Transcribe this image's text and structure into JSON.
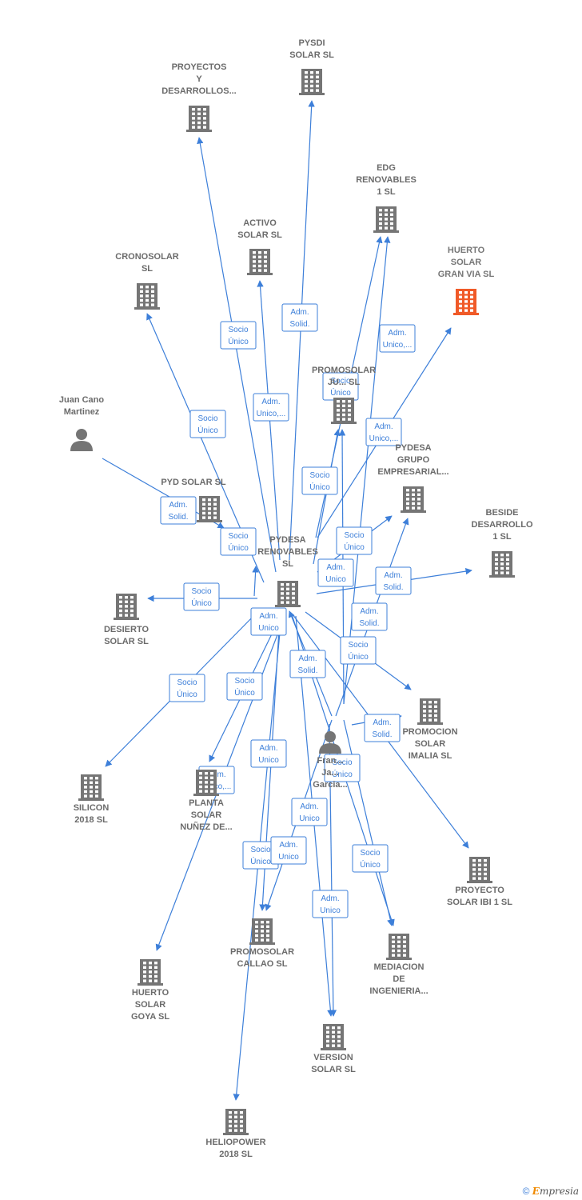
{
  "colors": {
    "edge": "#3d7fd9",
    "company": "#757575",
    "focus_company": "#f05a28",
    "person": "#757575"
  },
  "nodes": [
    {
      "id": "pysdi",
      "type": "company",
      "label": [
        "PYSDI",
        "SOLAR  SL"
      ]
    },
    {
      "id": "proyectos",
      "type": "company",
      "label": [
        "PROYECTOS",
        "Y",
        "DESARROLLOS..."
      ]
    },
    {
      "id": "edg",
      "type": "company",
      "label": [
        "EDG",
        "RENOVABLES",
        "1  SL"
      ]
    },
    {
      "id": "activo",
      "type": "company",
      "label": [
        "ACTIVO",
        "SOLAR  SL"
      ]
    },
    {
      "id": "huerto_gv",
      "type": "company",
      "focus": true,
      "label": [
        "HUERTO",
        "SOLAR",
        "GRAN VIA  SL"
      ]
    },
    {
      "id": "cronosolar",
      "type": "company",
      "label": [
        "CRONOSOLAR",
        "SL"
      ]
    },
    {
      "id": "juan",
      "type": "person",
      "label": [
        "Juan Cano",
        "Martinez"
      ]
    },
    {
      "id": "promosolar_j",
      "type": "company",
      "label": [
        "PROMOSOLAR",
        "JU...  SL"
      ]
    },
    {
      "id": "pydesa_grupo",
      "type": "company",
      "label": [
        "PYDESA",
        "GRUPO",
        "EMPRESARIAL..."
      ]
    },
    {
      "id": "pyd",
      "type": "company",
      "label": [
        "PYD SOLAR  SL"
      ]
    },
    {
      "id": "beside",
      "type": "company",
      "label": [
        "BESIDE",
        "DESARROLLO",
        "1  SL"
      ]
    },
    {
      "id": "pydesa_ren",
      "type": "company",
      "label": [
        "PYDESA",
        "RENOVABLES",
        "SL"
      ]
    },
    {
      "id": "desierto",
      "type": "company",
      "label": [
        "DESIERTO",
        "SOLAR  SL"
      ]
    },
    {
      "id": "promocion_imalia",
      "type": "company",
      "label": [
        "PROMOCION",
        "SOLAR",
        "IMALIA  SL"
      ]
    },
    {
      "id": "francisco",
      "type": "person",
      "label": [
        "Fran...",
        "Ja...",
        "Garcia..."
      ]
    },
    {
      "id": "silicon",
      "type": "company",
      "label": [
        "SILICON",
        "2018  SL"
      ]
    },
    {
      "id": "planta",
      "type": "company",
      "label": [
        "PLANTA",
        "SOLAR",
        "NUÑEZ DE..."
      ]
    },
    {
      "id": "proyecto_ibi",
      "type": "company",
      "label": [
        "PROYECTO",
        "SOLAR IBI 1  SL"
      ]
    },
    {
      "id": "promosolar_callao",
      "type": "company",
      "label": [
        "PROMOSOLAR",
        "CALLAO  SL"
      ]
    },
    {
      "id": "mediacion",
      "type": "company",
      "label": [
        "MEDIACION",
        "DE",
        "INGENIERIA..."
      ]
    },
    {
      "id": "huerto_goya",
      "type": "company",
      "label": [
        "HUERTO",
        "SOLAR",
        "GOYA  SL"
      ]
    },
    {
      "id": "version",
      "type": "company",
      "label": [
        "VERSION",
        "SOLAR  SL"
      ]
    },
    {
      "id": "heliopower",
      "type": "company",
      "label": [
        "HELIOPOWER",
        "2018  SL"
      ]
    }
  ],
  "edges": [
    {
      "from": "pydesa_ren",
      "to": "proyectos",
      "label": [
        "Socio",
        "Único"
      ]
    },
    {
      "from": "pydesa_ren",
      "to": "pysdi",
      "label": [
        "Adm.",
        "Solid."
      ]
    },
    {
      "from": "pydesa_ren",
      "to": "activo",
      "label": [
        "Adm.",
        "Unico,..."
      ]
    },
    {
      "from": "pydesa_ren",
      "to": "cronosolar",
      "label": [
        "Socio",
        "Único"
      ]
    },
    {
      "from": "pydesa_ren",
      "to": "edg",
      "label": [
        "Socio",
        "Único"
      ]
    },
    {
      "from": "francisco",
      "to": "edg",
      "label": [
        "Adm.",
        "Unico,..."
      ]
    },
    {
      "from": "pydesa_ren",
      "to": "huerto_gv",
      "label": [
        "Adm.",
        "Unico,..."
      ]
    },
    {
      "from": "pydesa_ren",
      "to": "promosolar_j",
      "label": [
        "Socio",
        "Único"
      ]
    },
    {
      "from": "francisco",
      "to": "promosolar_j",
      "label": [
        "Adm.",
        "Unico"
      ]
    },
    {
      "from": "juan",
      "to": "pyd",
      "label": [
        "Adm.",
        "Solid."
      ]
    },
    {
      "from": "pydesa_ren",
      "to": "pyd",
      "label": [
        "Socio",
        "Único"
      ]
    },
    {
      "from": "pydesa_ren",
      "to": "pydesa_grupo",
      "label": [
        "Socio",
        "Único"
      ]
    },
    {
      "from": "francisco",
      "to": "pydesa_grupo",
      "label": [
        "Adm.",
        "Solid."
      ]
    },
    {
      "from": "pydesa_ren",
      "to": "beside",
      "label": [
        "Adm.",
        "Solid."
      ]
    },
    {
      "from": "pydesa_ren",
      "to": "desierto",
      "label": [
        "Socio",
        "Único"
      ]
    },
    {
      "from": "pydesa_ren",
      "to": "promocion_imalia",
      "label": [
        "Socio",
        "Único"
      ]
    },
    {
      "from": "francisco",
      "to": "promocion_imalia",
      "label": [
        "Adm.",
        "Solid."
      ]
    },
    {
      "from": "pydesa_ren",
      "to": "silicon",
      "label": [
        "Socio",
        "Único"
      ]
    },
    {
      "from": "pydesa_ren",
      "to": "planta",
      "label": [
        "Socio",
        "Único"
      ]
    },
    {
      "from": "francisco",
      "to": "pydesa_ren",
      "label": [
        "Adm.",
        "Solid."
      ]
    },
    {
      "from": "pydesa_ren",
      "to": "proyecto_ibi",
      "label": [
        "Adm.",
        "Unico"
      ]
    },
    {
      "from": "pydesa_ren",
      "to": "promosolar_callao",
      "label": [
        "Socio",
        "Único"
      ]
    },
    {
      "from": "francisco",
      "to": "promosolar_callao",
      "label": [
        "Adm.",
        "Unico"
      ]
    },
    {
      "from": "pydesa_ren",
      "to": "mediacion",
      "label": [
        "Socio",
        "Único"
      ]
    },
    {
      "from": "francisco",
      "to": "mediacion",
      "label": [
        "Adm.",
        "Unico"
      ]
    },
    {
      "from": "pydesa_ren",
      "to": "huerto_goya",
      "label": [
        "Adm.",
        "Unico,..."
      ]
    },
    {
      "from": "pydesa_ren",
      "to": "version",
      "label": [
        "Socio",
        "Único"
      ]
    },
    {
      "from": "francisco",
      "to": "version",
      "label": [
        "Adm.",
        "Unico"
      ]
    },
    {
      "from": "pydesa_ren",
      "to": "heliopower",
      "label": [
        "Adm.",
        "Unico"
      ]
    }
  ],
  "footer": {
    "symbol": "©",
    "brand_first": "E",
    "brand_rest": "mpresia"
  }
}
